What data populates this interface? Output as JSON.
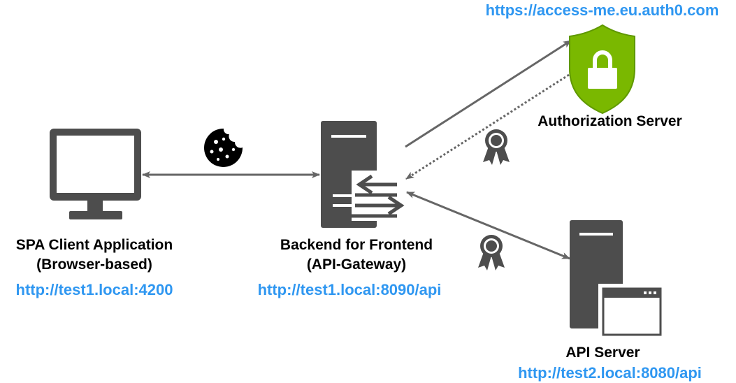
{
  "colors": {
    "icon": "#4d4d4d",
    "arrow": "#666666",
    "url": "#2f97f1",
    "shield_fill": "#7ab800",
    "shield_dark": "#5f9800"
  },
  "nodes": {
    "spa_client": {
      "name_line1": "SPA Client Application",
      "name_line2": "(Browser-based)",
      "url": "http://test1.local:4200",
      "icon": "monitor-icon"
    },
    "bff": {
      "name_line1": "Backend for Frontend",
      "name_line2": "(API-Gateway)",
      "url": "http://test1.local:8090/api",
      "icon": "gateway-server-icon"
    },
    "auth_server": {
      "name": "Authorization Server",
      "url": "https://access-me.eu.auth0.com",
      "icon": "shield-lock-icon"
    },
    "api_server": {
      "name": "API Server",
      "url": "http://test2.local:8080/api",
      "icon": "api-server-icon"
    }
  },
  "edge_icons": [
    "cookie-icon",
    "token-ribbon-icon",
    "token-ribbon-icon"
  ]
}
